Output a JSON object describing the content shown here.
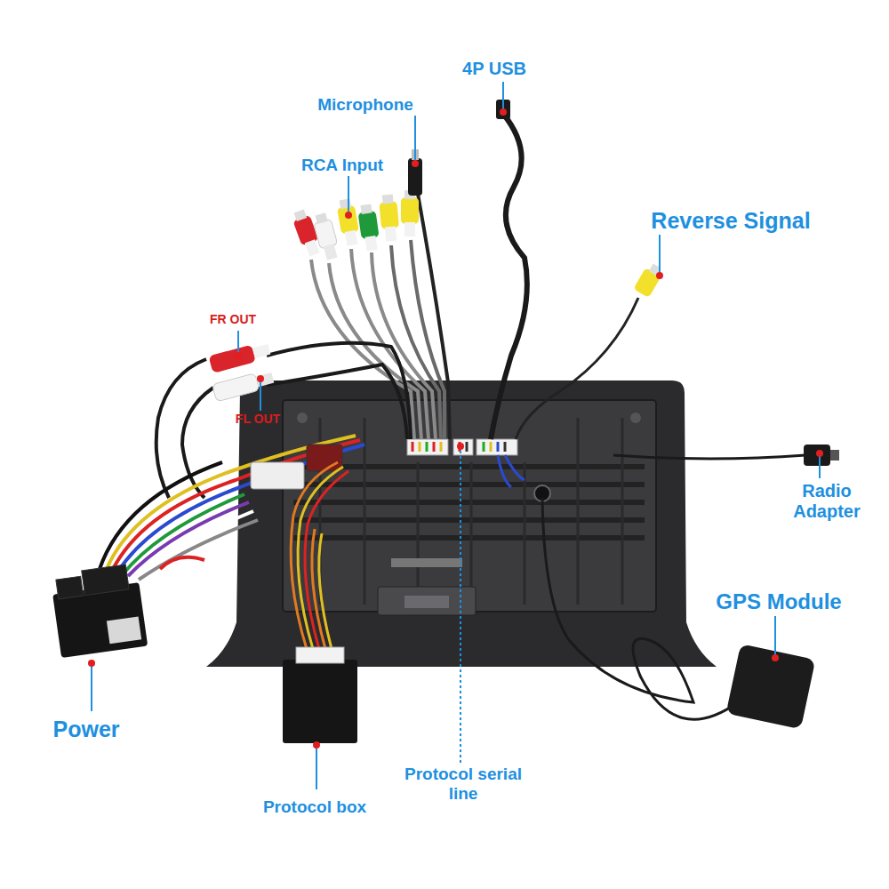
{
  "diagram": {
    "labels": [
      "4P USB",
      "Microphone",
      "RCA Input",
      "Reverse Signal",
      "FR OUT",
      "FL OUT",
      "Radio Adapter",
      "GPS Module",
      "Power",
      "Protocol box",
      "Protocol serial line"
    ]
  }
}
